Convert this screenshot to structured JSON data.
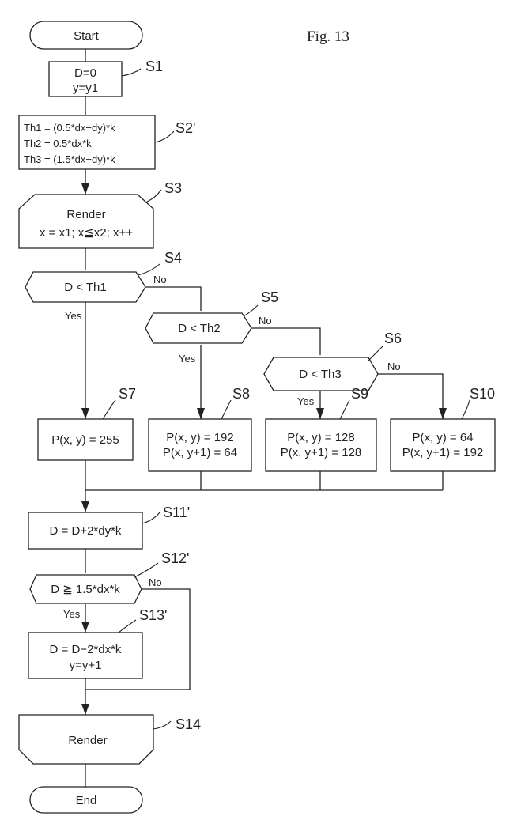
{
  "figure_title": "Fig. 13",
  "nodes": {
    "start": "Start",
    "s1": [
      "D=0",
      "y=y1"
    ],
    "s2": [
      "Th1 = (0.5*dx−dy)*k",
      "Th2 = 0.5*dx*k",
      "Th3 = (1.5*dx−dy)*k"
    ],
    "s3": [
      "Render",
      "x = x1; x≦x2; x++"
    ],
    "s4": "D < Th1",
    "s5": "D < Th2",
    "s6": "D < Th3",
    "s7": "P(x, y) = 255",
    "s8": [
      "P(x, y) = 192",
      "P(x, y+1) = 64"
    ],
    "s9": [
      "P(x, y) = 128",
      "P(x, y+1) = 128"
    ],
    "s10": [
      "P(x, y) = 64",
      "P(x, y+1) = 192"
    ],
    "s11": "D = D+2*dy*k",
    "s12": "D ≧ 1.5*dx*k",
    "s13": [
      "D = D−2*dx*k",
      "y=y+1"
    ],
    "s14": "Render",
    "end": "End"
  },
  "step_labels": {
    "s1": "S1",
    "s2": "S2'",
    "s3": "S3",
    "s4": "S4",
    "s5": "S5",
    "s6": "S6",
    "s7": "S7",
    "s8": "S8",
    "s9": "S9",
    "s10": "S10",
    "s11": "S11'",
    "s12": "S12'",
    "s13": "S13'",
    "s14": "S14"
  },
  "branch_labels": {
    "yes": "Yes",
    "no": "No"
  }
}
